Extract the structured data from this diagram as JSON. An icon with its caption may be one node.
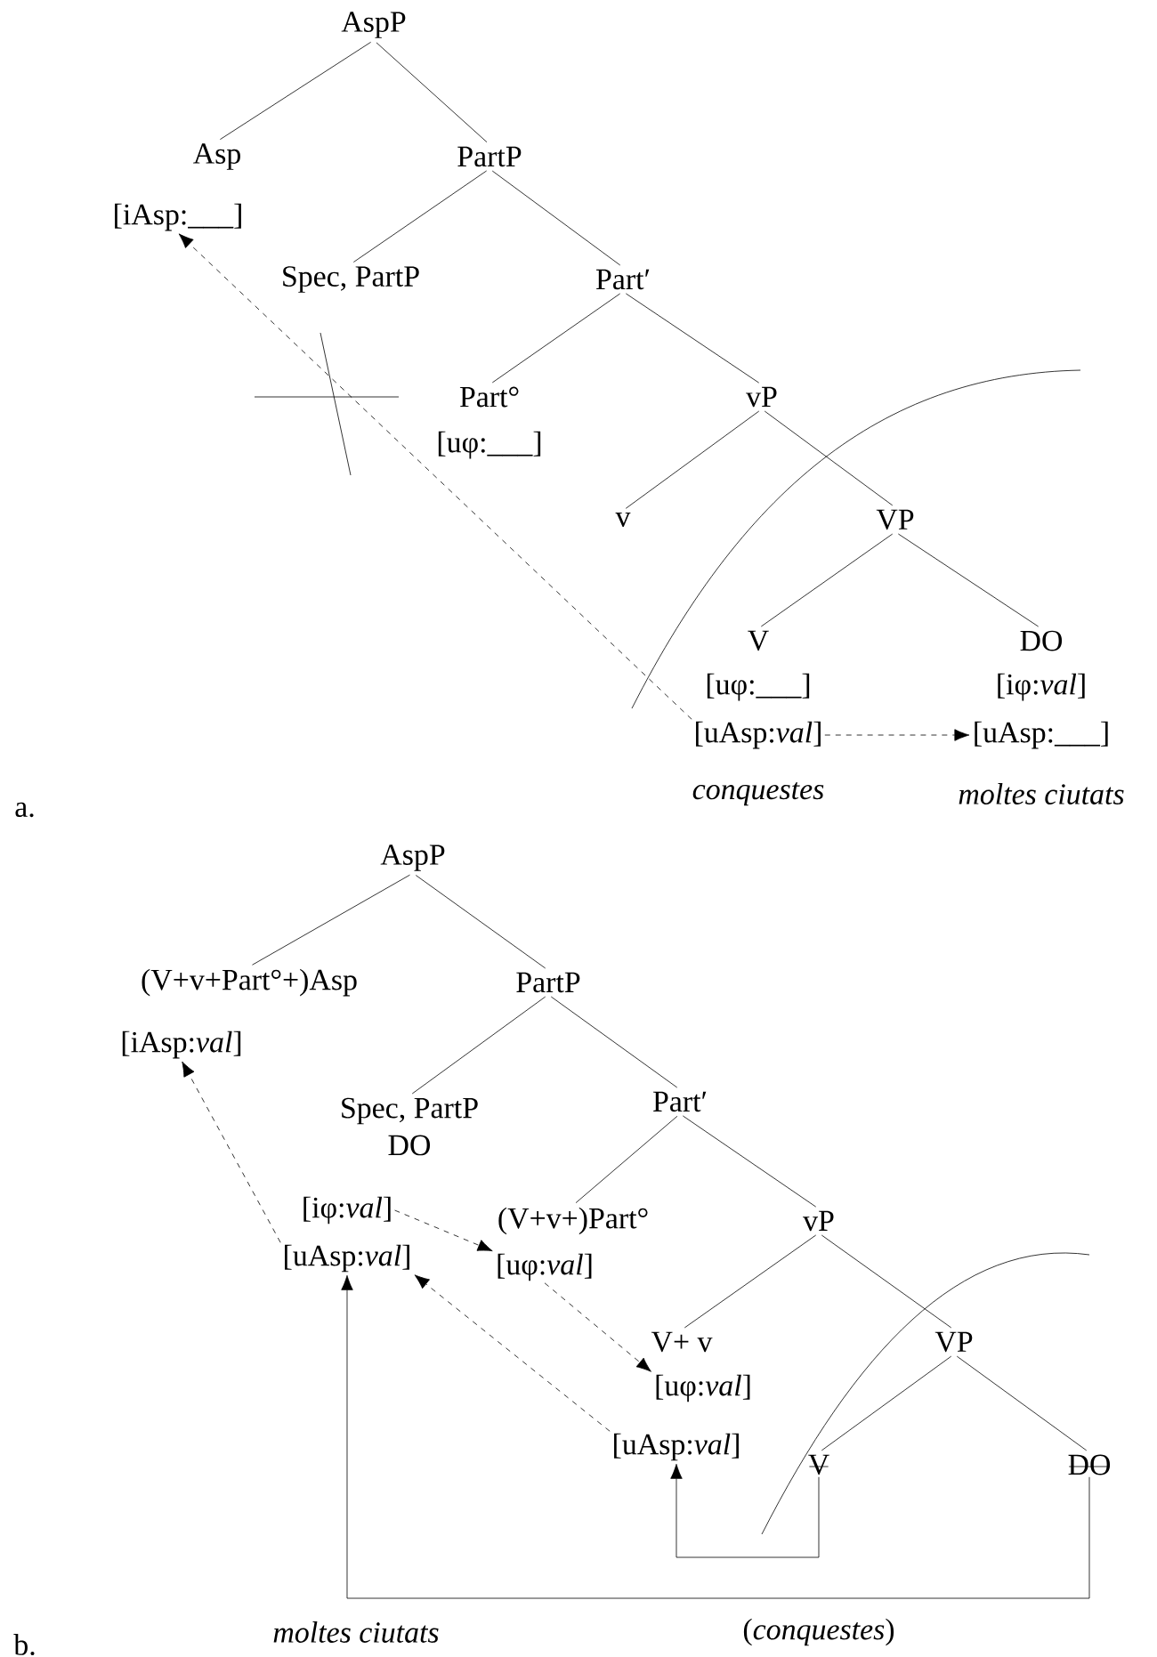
{
  "diagram": {
    "nodes": [
      {
        "text": [
          "AspP"
        ]
      },
      {
        "text": [
          "Asp"
        ]
      },
      {
        "text": [
          "[iAsp:___]"
        ]
      },
      {
        "text": [
          "PartP"
        ]
      },
      {
        "text": [
          "Spec, PartP"
        ]
      },
      {
        "text": [
          "Part′"
        ]
      },
      {
        "text": [
          "Part°"
        ]
      },
      {
        "text": [
          "[uφ:___]"
        ]
      },
      {
        "text": [
          "vP"
        ]
      },
      {
        "text": [
          "v"
        ]
      },
      {
        "text": [
          "VP"
        ]
      },
      {
        "text": [
          "V"
        ]
      },
      {
        "text": [
          "[uφ:___]"
        ]
      },
      {
        "text": [
          "[uAsp:*val*]"
        ]
      },
      {
        "text": [
          "DO"
        ]
      },
      {
        "text": [
          "[iφ:*val*]"
        ]
      },
      {
        "text": [
          "[uAsp:___]"
        ]
      },
      {
        "text": [
          "AspP"
        ]
      },
      {
        "text": [
          "(V+v+Part°+)Asp"
        ]
      },
      {
        "text": [
          "[iAsp:*val*]"
        ]
      },
      {
        "text": [
          "PartP"
        ]
      },
      {
        "text": [
          "Spec, PartP",
          "DO"
        ]
      },
      {
        "text": [
          "[iφ:*val*]"
        ]
      },
      {
        "text": [
          "[uAsp:*val*]"
        ]
      },
      {
        "text": [
          "Part′"
        ]
      },
      {
        "text": [
          "(V+v+)Part°"
        ]
      },
      {
        "text": [
          "[uφ:*val*]"
        ]
      },
      {
        "text": [
          "vP"
        ]
      },
      {
        "text": [
          "V+ v"
        ]
      },
      {
        "text": [
          "[uφ:*val*]"
        ]
      },
      {
        "text": [
          "[uAsp:*val*]"
        ]
      },
      {
        "text": [
          "VP"
        ]
      },
      {
        "text": [
          "V"
        ]
      },
      {
        "text": [
          "DO"
        ]
      }
    ],
    "edges": [
      {
        "from": 0,
        "to": 1,
        "arrow": "none"
      },
      {
        "from": 0,
        "to": 3,
        "arrow": "none"
      },
      {
        "from": 3,
        "to": 4,
        "arrow": "none"
      },
      {
        "from": 3,
        "to": 5,
        "arrow": "none"
      },
      {
        "from": 5,
        "to": 6,
        "arrow": "none"
      },
      {
        "from": 5,
        "to": 8,
        "arrow": "none"
      },
      {
        "from": 8,
        "to": 9,
        "arrow": "none"
      },
      {
        "from": 8,
        "to": 10,
        "arrow": "none"
      },
      {
        "from": 10,
        "to": 11,
        "arrow": "none"
      },
      {
        "from": 10,
        "to": 14,
        "arrow": "none"
      },
      {
        "from": 13,
        "to": 2,
        "arrow": "to",
        "style": "dashed"
      },
      {
        "from": 13,
        "to": 16,
        "arrow": "to",
        "style": "dashed"
      },
      {
        "from": 17,
        "to": 18,
        "arrow": "none"
      },
      {
        "from": 17,
        "to": 20,
        "arrow": "none"
      },
      {
        "from": 20,
        "to": 21,
        "arrow": "none"
      },
      {
        "from": 20,
        "to": 24,
        "arrow": "none"
      },
      {
        "from": 24,
        "to": 25,
        "arrow": "none"
      },
      {
        "from": 24,
        "to": 27,
        "arrow": "none"
      },
      {
        "from": 27,
        "to": 28,
        "arrow": "none"
      },
      {
        "from": 27,
        "to": 31,
        "arrow": "none"
      },
      {
        "from": 31,
        "to": 32,
        "arrow": "none"
      },
      {
        "from": 31,
        "to": 33,
        "arrow": "none"
      },
      {
        "from": 23,
        "to": 19,
        "arrow": "to",
        "style": "dashed"
      },
      {
        "from": 22,
        "to": 26,
        "arrow": "to",
        "style": "dashed"
      },
      {
        "from": 26,
        "to": 29,
        "arrow": "to",
        "style": "dashed"
      },
      {
        "from": 30,
        "to": 23,
        "arrow": "to",
        "style": "dashed"
      },
      {
        "from": 32,
        "to": 30,
        "arrow": "to"
      },
      {
        "from": 33,
        "to": 23,
        "arrow": "to"
      }
    ],
    "labels": [
      "conquestes",
      "moltes ciutats",
      "a.",
      "moltes ciutats",
      "(*conquestes*)",
      "b."
    ]
  }
}
